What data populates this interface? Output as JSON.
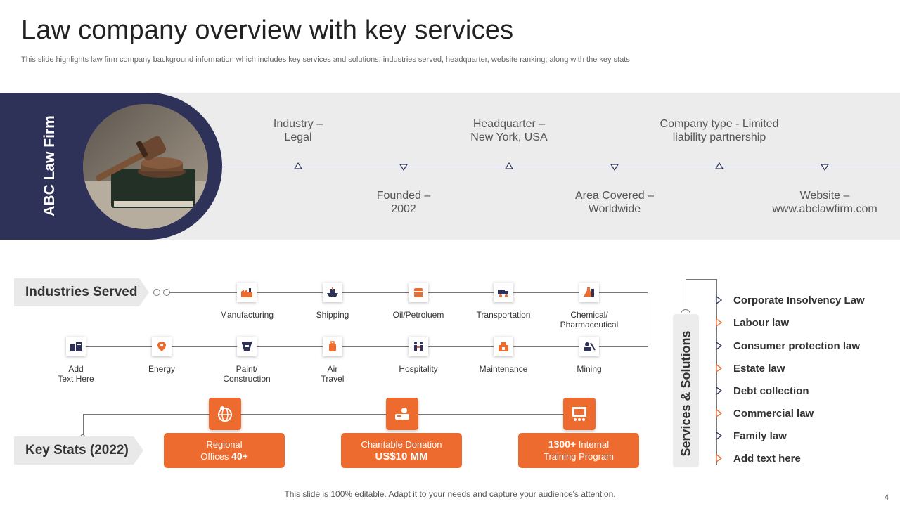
{
  "header": {
    "title": "Law company overview with key services",
    "subtitle": "This slide highlights law firm company background information which includes key services and solutions, industries served, headquarter, website ranking, along with the key stats"
  },
  "overview": {
    "firm_name": "ABC Law Firm",
    "items_top": [
      {
        "line1": "Industry  –",
        "line2": "Legal"
      },
      {
        "line1": "Headquarter –",
        "line2": "New York, USA"
      },
      {
        "line1": "Company type - Limited",
        "line2": "liability partnership"
      }
    ],
    "items_bottom": [
      {
        "line1": "Founded –",
        "line2": "2002"
      },
      {
        "line1": "Area Covered –",
        "line2": "Worldwide"
      },
      {
        "line1": "Website –",
        "line2": "www.abclawfirm.com"
      }
    ]
  },
  "industries": {
    "heading": "Industries Served",
    "row1": [
      "Manufacturing",
      "Shipping",
      "Oil/Petroluem",
      "Transportation",
      "Chemical/\nPharmaceutical"
    ],
    "row2": [
      "Add\nText Here",
      "Energy",
      "Paint/\nConstruction",
      "Air\nTravel",
      "Hospitality",
      "Maintenance",
      "Mining"
    ]
  },
  "key_stats": {
    "heading": "Key Stats (2022)",
    "regional_line1": "Regional",
    "regional_line2_prefix": "Offices ",
    "regional_value": "40+",
    "donation_label": "Charitable Donation",
    "donation_value": "US$10 MM",
    "training_value": "1300+",
    "training_line1_suffix": " Internal",
    "training_line2": "Training  Program"
  },
  "services": {
    "heading": "Services & Solutions",
    "items": [
      "Corporate Insolvency Law",
      "Labour law",
      "Consumer protection law",
      "Estate law",
      "Debt collection",
      "Commercial law",
      "Family law",
      "Add text here"
    ]
  },
  "footer": {
    "note": "This slide is 100% editable. Adapt it to your needs and capture your audience's attention.",
    "page": "4"
  },
  "colors": {
    "navy": "#2e3158",
    "orange": "#ee6b2f",
    "band_gray": "#ececec"
  }
}
